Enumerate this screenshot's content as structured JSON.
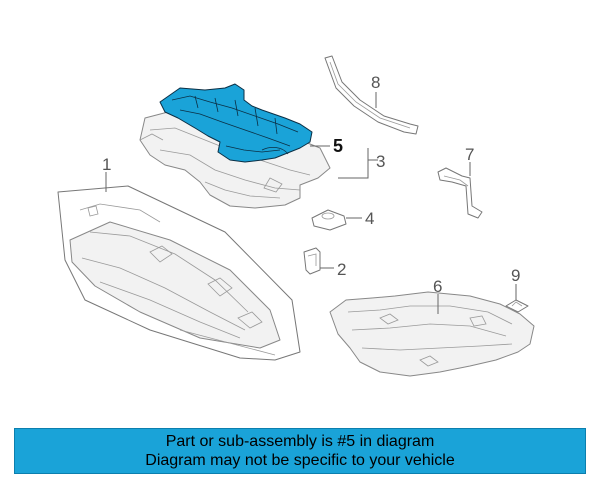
{
  "diagram": {
    "callouts": {
      "c1": "1",
      "c2": "2",
      "c3": "3",
      "c4": "4",
      "c5": "5",
      "c6": "6",
      "c7": "7",
      "c8": "8",
      "c9": "9"
    },
    "highlight_color": "#1aa3d8",
    "highlighted_part": "5"
  },
  "banner": {
    "line1": "Part or sub-assembly is #5 in diagram",
    "line2": "Diagram may not be specific to your vehicle",
    "background": "#1aa3d8"
  }
}
